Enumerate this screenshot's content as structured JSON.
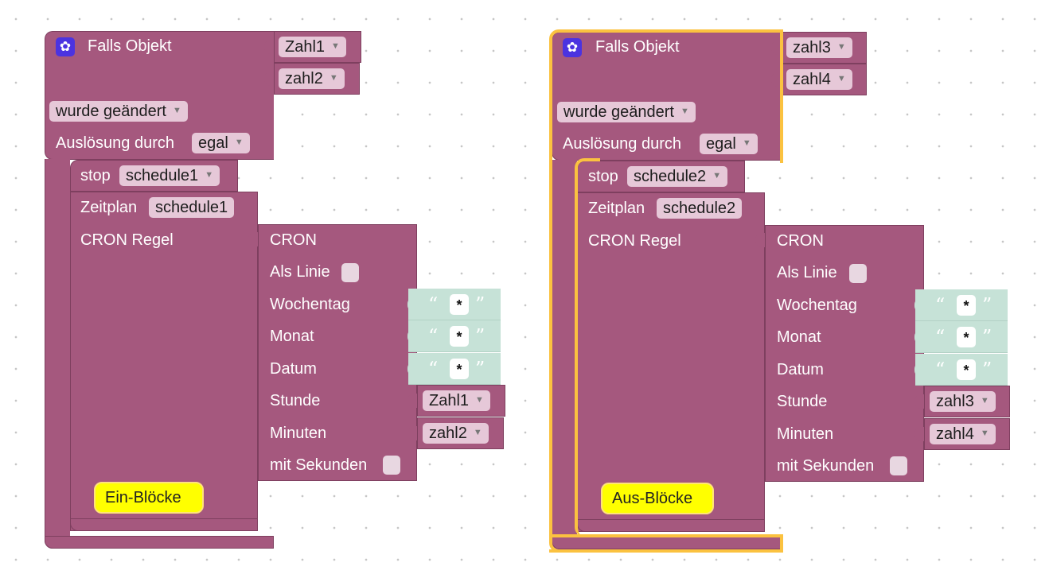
{
  "blocks": [
    {
      "header": "Falls Objekt",
      "objects": [
        "Zahl1",
        "zahl2"
      ],
      "changed_dropdown": "wurde geändert",
      "trigger_label": "Auslösung durch",
      "trigger_value": "egal",
      "stop_label": "stop",
      "stop_schedule": "schedule1",
      "schedule_label": "Zeitplan",
      "schedule_name": "schedule1",
      "cron_rule_label": "CRON Regel",
      "cron_title": "CRON",
      "as_line_label": "Als Linie",
      "weekday_label": "Wochentag",
      "month_label": "Monat",
      "date_label": "Datum",
      "hour_label": "Stunde",
      "minutes_label": "Minuten",
      "seconds_label": "mit Sekunden",
      "weekday_value": "*",
      "month_value": "*",
      "date_value": "*",
      "hour_var": "Zahl1",
      "minutes_var": "zahl2",
      "sub_block": "Ein-Blöcke"
    },
    {
      "header": "Falls Objekt",
      "objects": [
        "zahl3",
        "zahl4"
      ],
      "changed_dropdown": "wurde geändert",
      "trigger_label": "Auslösung durch",
      "trigger_value": "egal",
      "stop_label": "stop",
      "stop_schedule": "schedule2",
      "schedule_label": "Zeitplan",
      "schedule_name": "schedule2",
      "cron_rule_label": "CRON Regel",
      "cron_title": "CRON",
      "as_line_label": "Als Linie",
      "weekday_label": "Wochentag",
      "month_label": "Monat",
      "date_label": "Datum",
      "hour_label": "Stunde",
      "minutes_label": "Minuten",
      "seconds_label": "mit Sekunden",
      "weekday_value": "*",
      "month_value": "*",
      "date_value": "*",
      "hour_var": "zahl3",
      "minutes_var": "zahl4",
      "sub_block": "Aus-Blöcke"
    }
  ],
  "icons": {
    "block_icon": "gear-icon",
    "dropdown_icon": "triangle-down-icon",
    "open_quote": "“",
    "close_quote": "”"
  },
  "colors": {
    "event_block": "#a5587e",
    "text_block": "#c6e2d7",
    "selection": "#fbc240",
    "sub_block": "#ffff00",
    "gear": "#4b33e0"
  }
}
